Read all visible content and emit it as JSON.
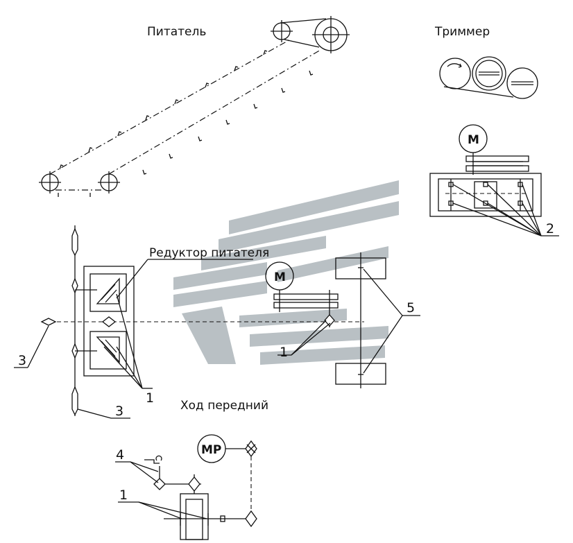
{
  "labels": {
    "feeder": "Питатель",
    "trimmer": "Триммер",
    "feeder_gearbox": "Редуктор питателя",
    "forward_travel": "Ход передний",
    "motor": "M",
    "motor_reducer": "MP"
  },
  "callouts": {
    "n1_a": "1",
    "n1_b": "1",
    "n1_c": "1",
    "n2": "2",
    "n3_a": "3",
    "n3_b": "3",
    "n4": "4",
    "n5": "5"
  },
  "colors": {
    "line": "#111111",
    "watermark": "#b9c0c4",
    "background": "#ffffff"
  }
}
